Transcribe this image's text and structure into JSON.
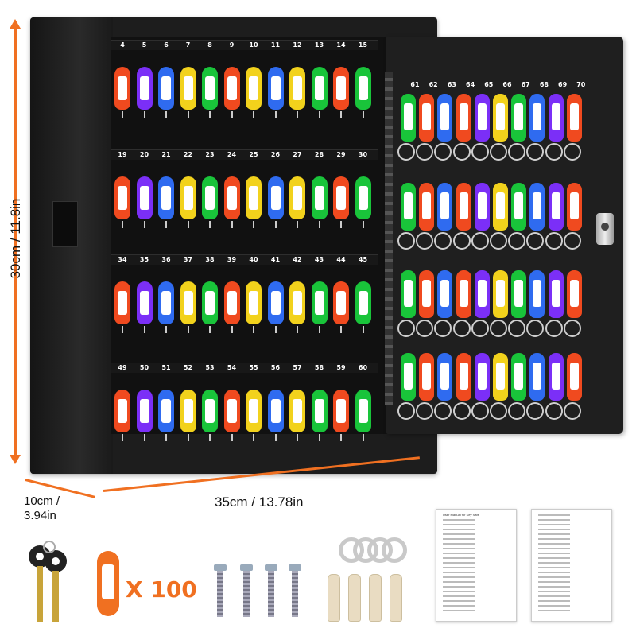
{
  "dimensions": {
    "height": "30cm / 11.8in",
    "depth_metric": "10cm /",
    "depth_imperial": "3.94in",
    "width": "35cm / 13.78in"
  },
  "accessories": {
    "tag_count": "X 100"
  },
  "manual": {
    "title": "User Manual for Key Safe"
  },
  "cabinet_rows": [
    [
      "4",
      "5",
      "6",
      "7",
      "8",
      "9",
      "10",
      "11",
      "12",
      "13",
      "14",
      "15"
    ],
    [
      "19",
      "20",
      "21",
      "22",
      "23",
      "24",
      "25",
      "26",
      "27",
      "28",
      "29",
      "30"
    ],
    [
      "34",
      "35",
      "36",
      "37",
      "38",
      "39",
      "40",
      "41",
      "42",
      "43",
      "44",
      "45"
    ],
    [
      "49",
      "50",
      "51",
      "52",
      "53",
      "54",
      "55",
      "56",
      "57",
      "58",
      "59",
      "60"
    ]
  ],
  "door_top_numbers": [
    "61",
    "62",
    "63",
    "64",
    "65",
    "66",
    "67",
    "68",
    "69",
    "70"
  ],
  "colors": {
    "accent": "#f07021",
    "tag_palette": [
      "#f04a1f",
      "#7b2ff7",
      "#2f6bf0",
      "#f2d21c",
      "#19c43a",
      "#f04a1f",
      "#f2d21c",
      "#2f6bf0",
      "#f2d21c",
      "#19c43a",
      "#f04a1f",
      "#19c43a"
    ],
    "door_palette": [
      "#19c43a",
      "#f04a1f",
      "#2f6bf0",
      "#f04a1f",
      "#7b2ff7",
      "#f2d21c",
      "#19c43a",
      "#2f6bf0",
      "#7b2ff7",
      "#f04a1f"
    ]
  }
}
